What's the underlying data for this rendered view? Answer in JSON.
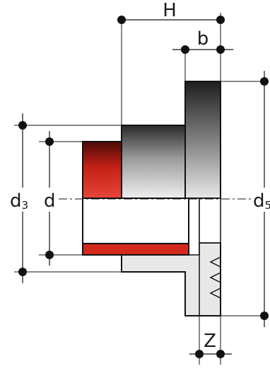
{
  "labels": {
    "H": "H",
    "b": "b",
    "d": "d",
    "d3_main": "d",
    "d3_sub": "3",
    "d5_main": "d",
    "d5_sub": "5",
    "Z": "Z"
  },
  "colors": {
    "line": "#111111",
    "red": "#d42a1e",
    "red_dark": "#5a0d08",
    "gray_light": "#e6e6e6",
    "gray_dark": "#222222",
    "section_fill": "#e8e8e8"
  }
}
